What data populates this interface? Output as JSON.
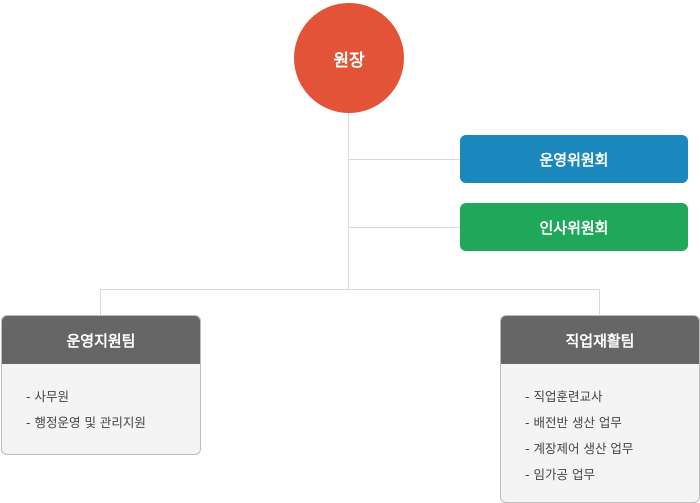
{
  "director": {
    "label": "원장",
    "color": "#e35338"
  },
  "committees": [
    {
      "label": "운영위원회",
      "color": "#1a87bd"
    },
    {
      "label": "인사위원회",
      "color": "#1fa75a"
    }
  ],
  "teams": [
    {
      "title": "운영지원팀",
      "items": [
        "- 사무원",
        "- 행정운영 및 관리지원"
      ]
    },
    {
      "title": "직업재활팀",
      "items": [
        "- 직업훈련교사",
        "- 배전반 생산 업무",
        "- 계장제어 생산 업무",
        "- 임가공 업무"
      ]
    }
  ],
  "colors": {
    "team_header": "#666666",
    "team_body": "#f4f4f4",
    "connector": "#d9d9d9"
  }
}
